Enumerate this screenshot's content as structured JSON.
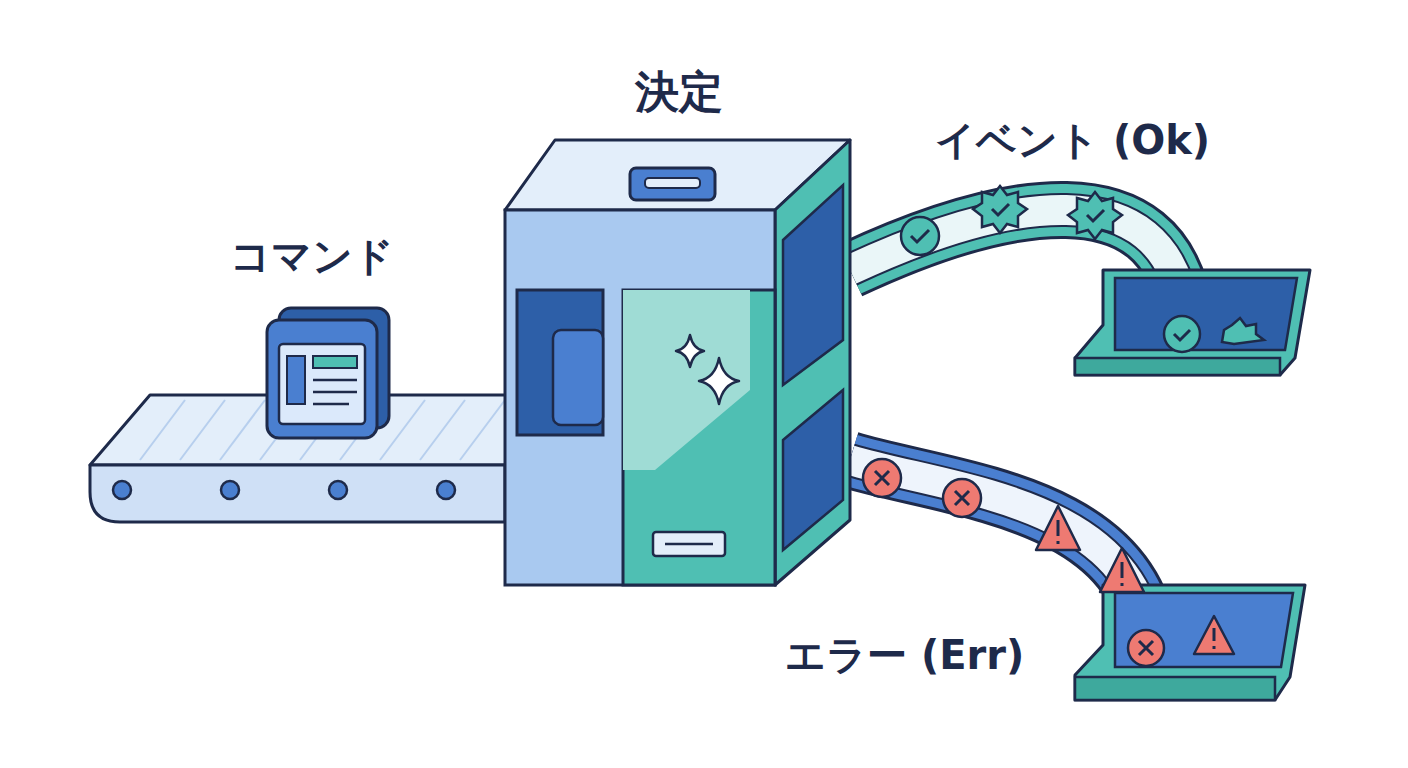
{
  "diagram": {
    "nodes": [
      {
        "text": [
          "コマンド"
        ]
      },
      {
        "text": [
          "決定"
        ]
      },
      {
        "text": [
          "イベント (Ok)"
        ]
      },
      {
        "text": [
          "エラー (Err)"
        ]
      }
    ],
    "edges": [
      {
        "from": 1,
        "to": 2,
        "arrow": "to"
      },
      {
        "from": 1,
        "to": 3,
        "arrow": "none"
      }
    ]
  }
}
